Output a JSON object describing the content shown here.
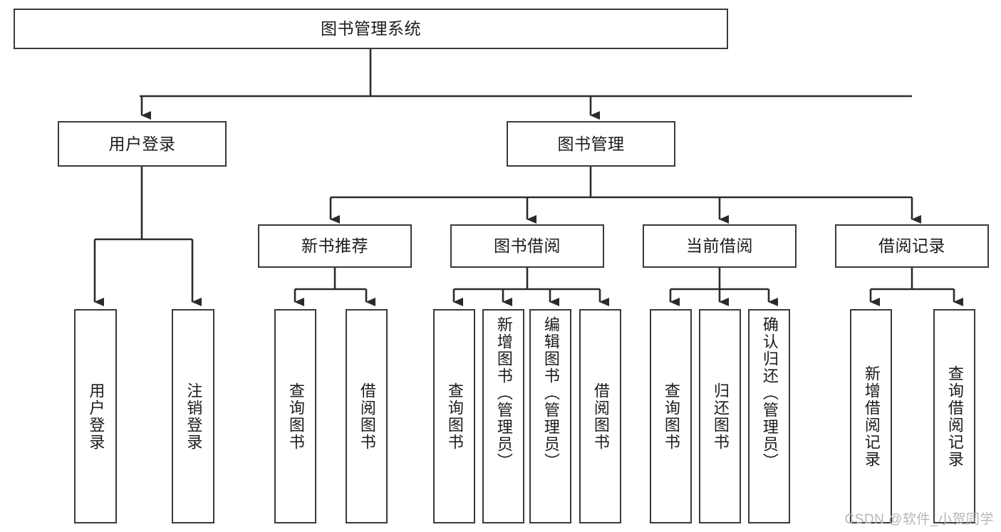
{
  "diagram": {
    "type": "tree-hierarchy",
    "title": "图书管理系统",
    "watermark": "CSDN @软件_小贺同学",
    "colors": {
      "box_border": "#3a3a3a",
      "box_fill": "#ffffff",
      "connector": "#2b2b2b",
      "text": "#1b1b1b",
      "watermark": "#b6b6b6",
      "background": "#ffffff"
    },
    "root": {
      "label": "图书管理系统"
    },
    "level2": [
      {
        "label": "用户登录"
      },
      {
        "label": "图书管理"
      }
    ],
    "level3": [
      {
        "label": "新书推荐"
      },
      {
        "label": "图书借阅"
      },
      {
        "label": "当前借阅"
      },
      {
        "label": "借阅记录"
      }
    ],
    "leaves": {
      "user_login": [
        {
          "label": "用户登录"
        },
        {
          "label": "注销登录"
        }
      ],
      "new_book_recommend": [
        {
          "label": "查询图书"
        },
        {
          "label": "借阅图书"
        }
      ],
      "book_borrow": [
        {
          "label": "查询图书"
        },
        {
          "label": "新增图书（管理员）"
        },
        {
          "label": "编辑图书（管理员）"
        },
        {
          "label": "借阅图书"
        }
      ],
      "current_borrow": [
        {
          "label": "查询图书"
        },
        {
          "label": "归还图书"
        },
        {
          "label": "确认归还（管理员）"
        }
      ],
      "borrow_record": [
        {
          "label": "新增借阅记录"
        },
        {
          "label": "查询借阅记录"
        }
      ]
    }
  }
}
